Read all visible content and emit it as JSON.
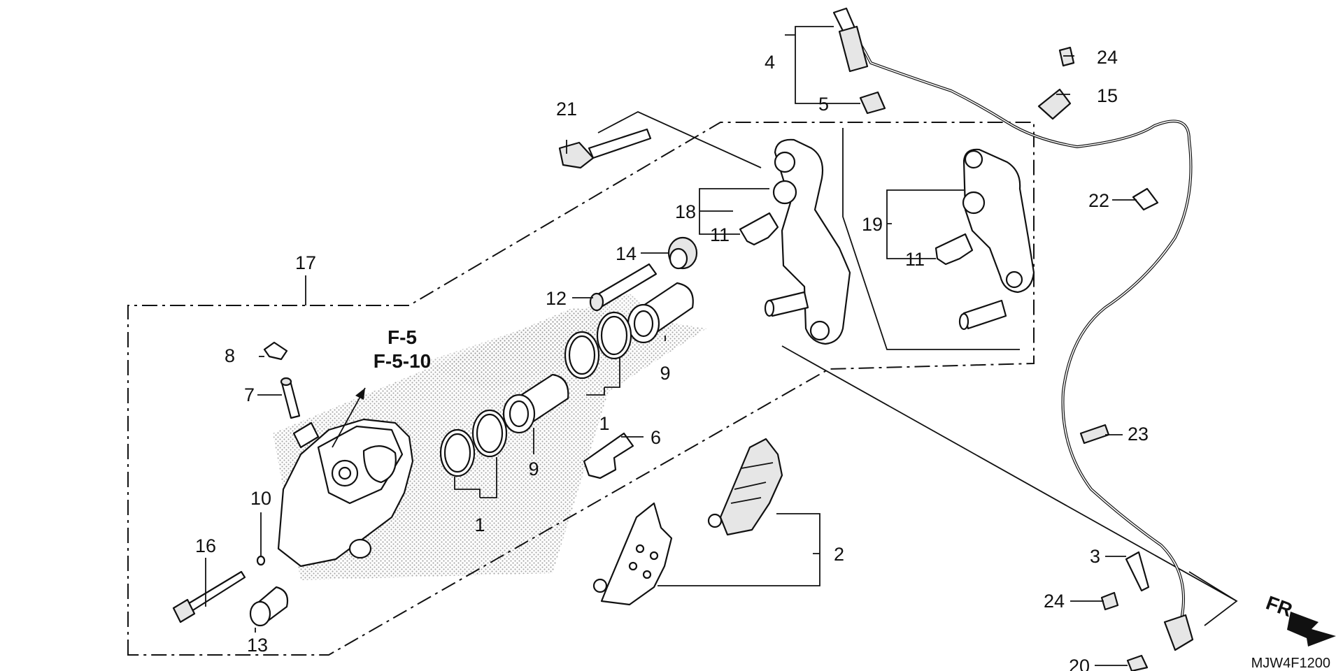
{
  "diagram_code": "MJW4F1200",
  "direction_label": "FR.",
  "reference_labels": [
    "F-5",
    "F-5-10"
  ],
  "callouts": {
    "c1a": "1",
    "c1b": "1",
    "c2": "2",
    "c3": "3",
    "c4": "4",
    "c5": "5",
    "c6": "6",
    "c7": "7",
    "c8": "8",
    "c9a": "9",
    "c9b": "9",
    "c10": "10",
    "c11a": "11",
    "c11b": "11",
    "c12": "12",
    "c13": "13",
    "c14": "14",
    "c15": "15",
    "c16": "16",
    "c17": "17",
    "c18": "18",
    "c19": "19",
    "c20": "20",
    "c21": "21",
    "c22": "22",
    "c23": "23",
    "c24a": "24",
    "c24b": "24"
  }
}
